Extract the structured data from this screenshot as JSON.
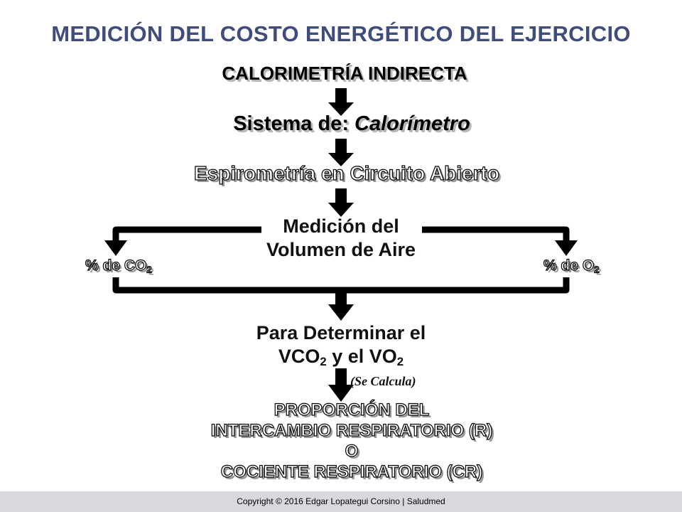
{
  "title": "MEDICIÓN DEL COSTO ENERGÉTICO DEL EJERCICIO",
  "steps": {
    "calorimetria": "CALORIMETRÍA INDIRECTA",
    "sistema_prefix": "Sistema de: ",
    "sistema_italic": "Calorímetro",
    "espirometria": "Espirometría en Circuito Abierto",
    "medicion_line1": "Medición del",
    "medicion_line2": "Volumen de Aire",
    "pct_co2_text": "% de CO",
    "pct_co2_sub": "2",
    "pct_o2_text": "% de O",
    "pct_o2_sub": "2",
    "para_line1": "Para Determinar el",
    "para_vco": "VCO",
    "para_vco_sub": "2",
    "para_mid": " y el VO",
    "para_vo_sub": "2",
    "se_calcula": "(Se Calcula)",
    "prop_line1": "PROPORCIÓN DEL",
    "prop_line2": "INTERCAMBIO RESPIRATORIO (R)",
    "prop_line3": "O",
    "prop_line4": "COCIENTE RESPIRATORIO (CR)"
  },
  "footer": {
    "copyright": "Copyright © 2016 Edgar Lopategui Corsino | Saludmed"
  },
  "colors": {
    "title": "#404d7c",
    "footer_bg": "#d8d9dc",
    "arrow": "#000000"
  }
}
